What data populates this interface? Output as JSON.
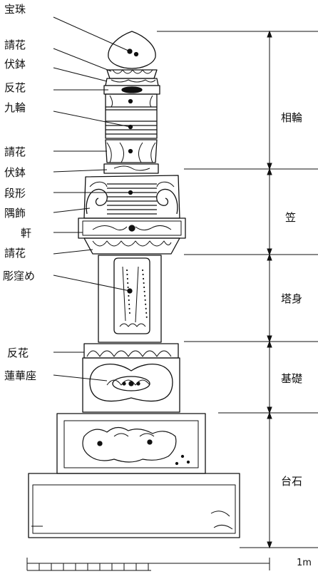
{
  "part_labels": [
    "宝珠",
    "請花",
    "伏鉢",
    "反花",
    "九輪",
    "請花",
    "伏鉢",
    "段形",
    "隅飾",
    "軒",
    "請花",
    "彫窪め",
    "反花",
    "蓮華座"
  ],
  "sections": [
    "相輪",
    "笠",
    "塔身",
    "基礎",
    "台石"
  ],
  "scale_bar": {
    "label": "1m"
  },
  "colors": {
    "ink": "#111111",
    "background": "#ffffff"
  }
}
